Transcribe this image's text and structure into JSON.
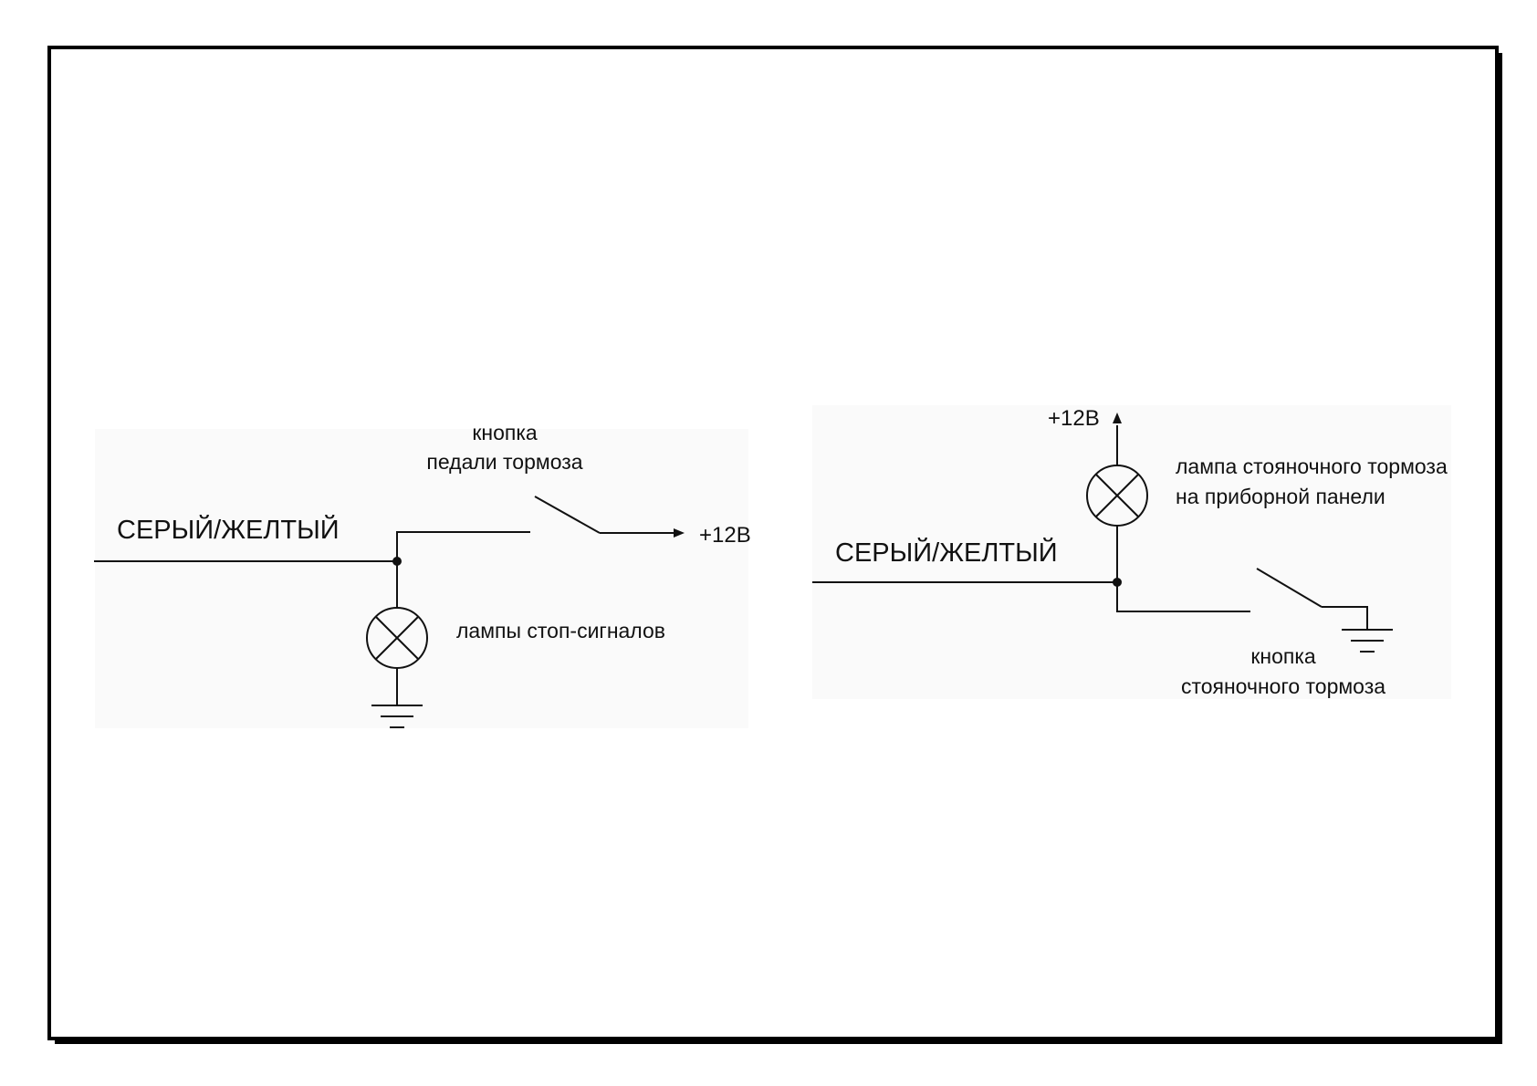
{
  "diagram_left": {
    "wire_label": "СЕРЫЙ/ЖЕЛТЫЙ",
    "switch_label_line1": "кнопка",
    "switch_label_line2": "педали тормоза",
    "supply_label": "+12В",
    "lamp_label": "лампы стоп-сигналов"
  },
  "diagram_right": {
    "wire_label": "СЕРЫЙ/ЖЕЛТЫЙ",
    "supply_label": "+12В",
    "lamp_label_line1": "лампа стояночного тормоза",
    "lamp_label_line2": "на приборной панели",
    "switch_label_line1": "кнопка",
    "switch_label_line2": "стояночного тормоза"
  },
  "colors": {
    "line": "#111111",
    "panel": "#fafafa",
    "frame_shadow": "#000000"
  }
}
